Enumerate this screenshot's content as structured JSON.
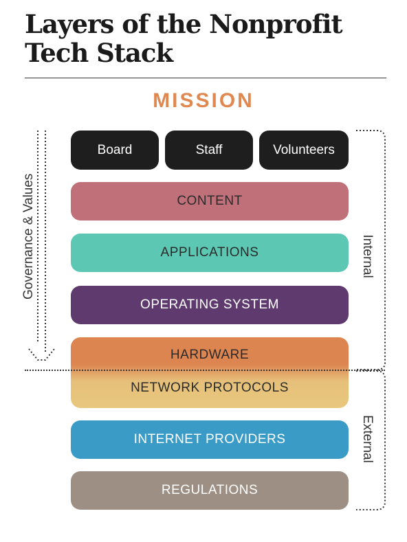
{
  "title_line1": "Layers of the Nonprofit",
  "title_line2": "Tech Stack",
  "mission": "MISSION",
  "people": [
    "Board",
    "Staff",
    "Volunteers"
  ],
  "layers": {
    "content": "CONTENT",
    "applications": "APPLICATIONS",
    "operating_system": "OPERATING SYSTEM",
    "hardware": "HARDWARE",
    "network_protocols": "NETWORK PROTOCOLS",
    "internet_providers": "INTERNET PROVIDERS",
    "regulations": "REGULATIONS"
  },
  "side_labels": {
    "governance": "Governance & Values",
    "internal": "Internal",
    "external": "External"
  },
  "colors": {
    "mission": "#e08850",
    "people": "#1e1e1e",
    "content": "#c07079",
    "applications": "#5cc8b4",
    "operating_system": "#5e3a6e",
    "hardware": "#dc8550",
    "network_protocols": "#e8c77e",
    "internet_providers": "#3a9cc6",
    "regulations": "#9d8f83"
  }
}
